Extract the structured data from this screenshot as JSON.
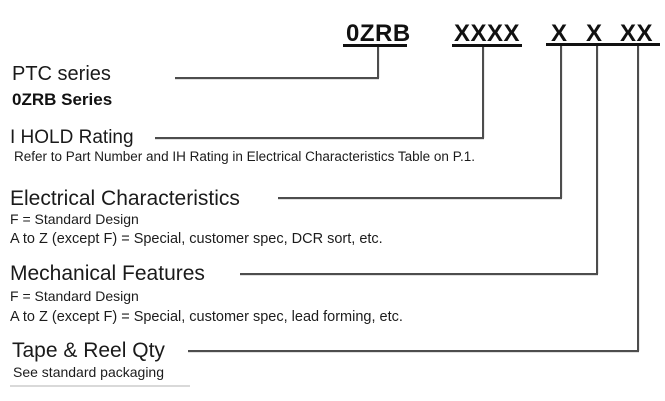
{
  "part_number": {
    "segments": [
      {
        "text": "0ZRB"
      },
      {
        "text": "XXXX"
      },
      {
        "text": "X"
      },
      {
        "text": "X"
      },
      {
        "text": "XX"
      }
    ]
  },
  "sections": [
    {
      "title": "PTC series",
      "lines": [
        "0ZRB Series"
      ]
    },
    {
      "title": "I HOLD Rating",
      "lines": [
        "Refer to Part Number and IH Rating in Electrical Characteristics Table on P.1."
      ]
    },
    {
      "title": "Electrical Characteristics",
      "lines": [
        "F = Standard Design",
        "A to Z (except F) = Special, customer spec, DCR sort, etc."
      ]
    },
    {
      "title": "Mechanical Features",
      "lines": [
        "F = Standard Design",
        "A to Z (except F) = Special, customer spec, lead forming, etc."
      ]
    },
    {
      "title": "Tape & Reel Qty",
      "lines": [
        "See standard packaging"
      ]
    }
  ],
  "colors": {
    "text": "#161616",
    "underline": "#111111",
    "connector_line": "#4d4d4d",
    "background": "#ffffff"
  }
}
